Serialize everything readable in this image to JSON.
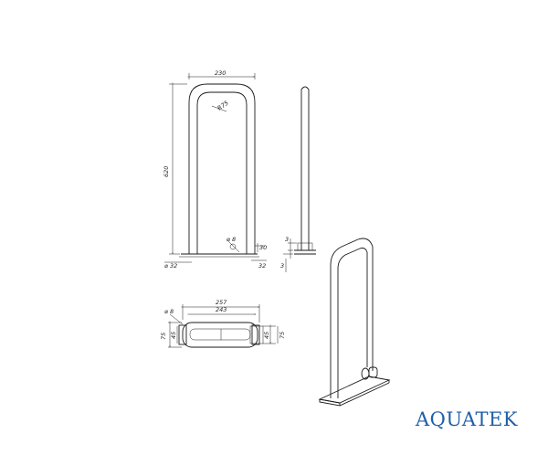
{
  "brand": {
    "name": "AQUATEK",
    "color": "#1f5fa8"
  },
  "front_view": {
    "width": "230",
    "height": "620",
    "radius": "R75",
    "tube_diameter": "⌀ 32",
    "foot_width": "32",
    "hole_diameter": "⌀ 8",
    "foot_offset": "30"
  },
  "side_view": {
    "top_dim": "3",
    "base_dim": "3"
  },
  "top_view": {
    "outer_length": "257",
    "inner_length": "243",
    "hole_label": "⌀ 8",
    "width_left": "75",
    "width_inner": "45",
    "width_right": "45",
    "plate_width": "75"
  }
}
